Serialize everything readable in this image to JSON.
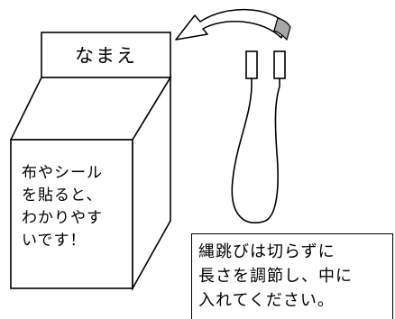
{
  "name_tag": {
    "label": "なまえ"
  },
  "box_note": {
    "lines": [
      "布やシール",
      "を貼ると、",
      "わかりやす",
      "いです！"
    ]
  },
  "instruction_note": {
    "lines": [
      "縄跳びは切らずに",
      "長さを調節し、中に",
      "入れてください。"
    ]
  },
  "colors": {
    "line": "#000000",
    "background": "#ffffff",
    "arrow_fill": "#ffffff",
    "arrow_tail_fill": "#a6a6a6"
  },
  "icons": {
    "bag": "drawstring-bag-illustration",
    "rope": "jump-rope-illustration",
    "arrow": "curved-arrow-icon"
  }
}
